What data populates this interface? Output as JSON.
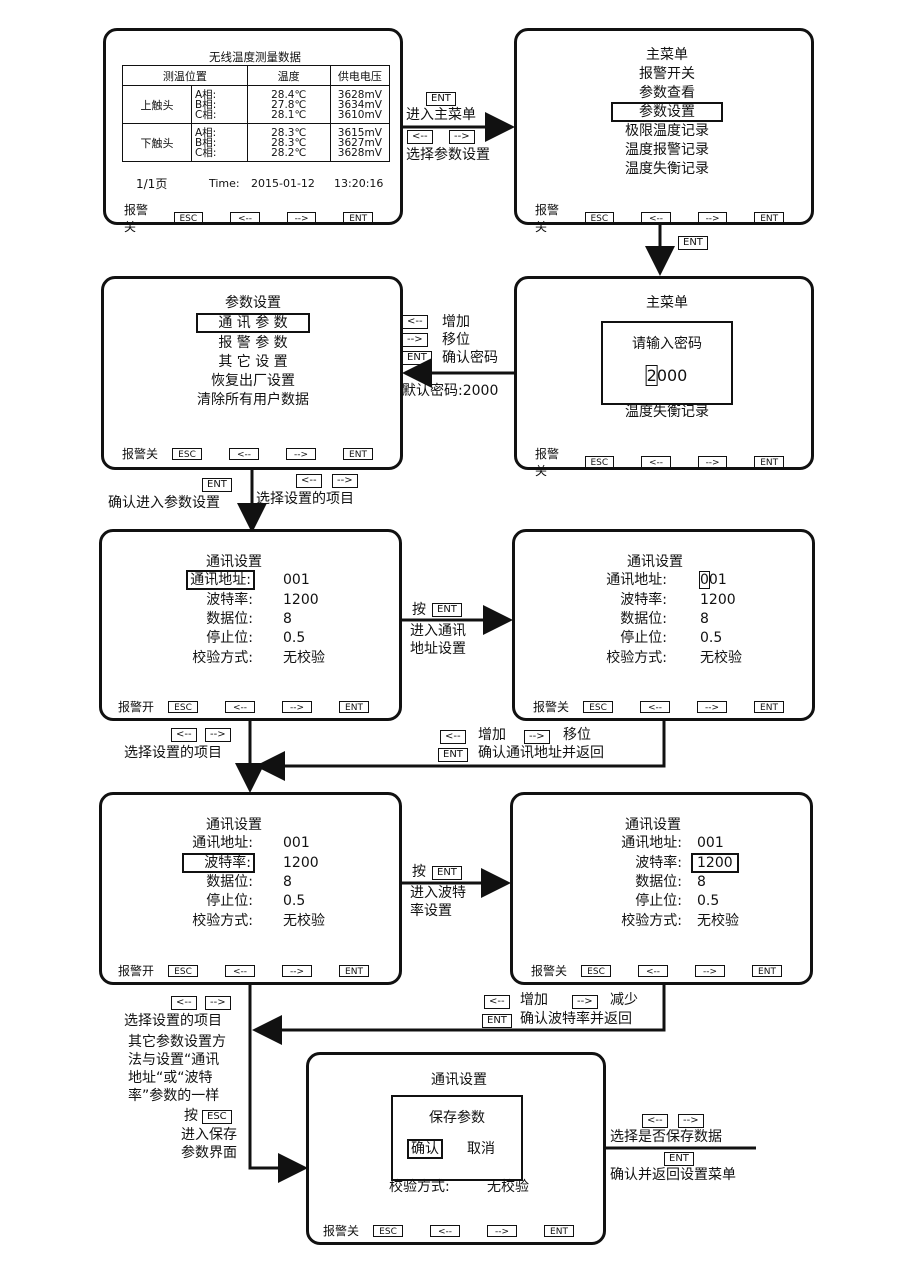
{
  "softkeys": {
    "esc": "ESC",
    "left": "<--",
    "right": "-->",
    "ent": "ENT"
  },
  "alarm": {
    "off": "报警关",
    "on": "报警开"
  },
  "s1": {
    "title": "无线温度测量数据",
    "headers": [
      "测温位置",
      "温度",
      "供电电压"
    ],
    "upper": "上触头",
    "lower": "下触头",
    "phases": [
      "A相:",
      "B相:",
      "C相:"
    ],
    "upper_temps": [
      "28.4℃",
      "27.8℃",
      "28.1℃"
    ],
    "upper_volts": [
      "3628mV",
      "3634mV",
      "3610mV"
    ],
    "lower_temps": [
      "28.3℃",
      "28.3℃",
      "28.2℃"
    ],
    "lower_volts": [
      "3615mV",
      "3627mV",
      "3628mV"
    ],
    "page": "1/1页",
    "time_label": "Time:",
    "date": "2015-01-12",
    "clock": "13:20:16"
  },
  "menu": {
    "title": "主菜单",
    "items": [
      "报警开关",
      "参数查看",
      "参数设置",
      "极限温度记录",
      "温度报警记录",
      "温度失衡记录"
    ]
  },
  "pwd": {
    "title": "主菜单",
    "prompt": "请输入密码",
    "first": "2",
    "rest": "000",
    "below": "温度失衡记录"
  },
  "params": {
    "title": "参数设置",
    "items": [
      "通 讯 参 数",
      "报 警 参 数",
      "其 它 设 置",
      "恢复出厂设置",
      "清除所有用户数据"
    ]
  },
  "comm": {
    "title": "通讯设置",
    "labels": [
      "通讯地址:",
      "波特率:",
      "数据位:",
      "停止位:",
      "校验方式:"
    ],
    "values": [
      "001",
      "1200",
      "8",
      "0.5",
      "无校验"
    ],
    "addr_first": "0",
    "addr_rest": "01"
  },
  "save": {
    "title": "通讯设置",
    "prompt": "保存参数",
    "confirm": "确认",
    "cancel": "取消",
    "label": "校验方式:",
    "value": "无校验"
  },
  "ann": {
    "a1": "进入主菜单",
    "a2": "选择参数设置",
    "a3": "增加",
    "a4": "移位",
    "a5": "确认密码",
    "a6": "默认密码:2000",
    "a7": "确认进入参数设置",
    "a8": "选择设置的项目",
    "press": "按",
    "a9": "进入通讯",
    "a10": "地址设置",
    "a11": "选择设置的项目",
    "a12": "增加",
    "a13": "移位",
    "a14": "确认通讯地址并返回",
    "a15": "进入波特",
    "a16": "率设置",
    "a17": "增加",
    "a18": "减少",
    "a19": "确认波特率并返回",
    "a20": "选择设置的项目",
    "a21": "其它参数设置方",
    "a22": "法与设置“通讯",
    "a23": "地址“或“波特",
    "a24": "率”参数的一样",
    "a25": "进入保存",
    "a26": "参数界面",
    "a27": "选择是否保存数据",
    "a28": "确认并返回设置菜单"
  }
}
